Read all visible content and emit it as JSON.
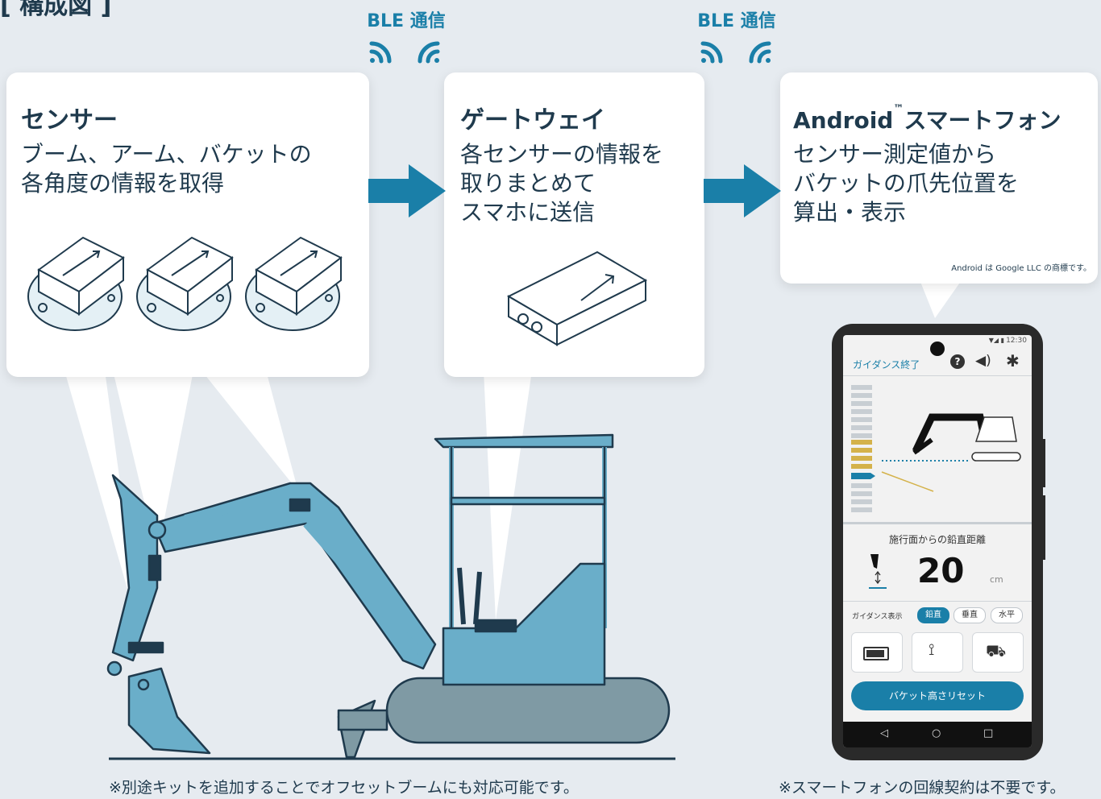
{
  "page_title": "[ 構成図 ]",
  "ble": {
    "left": "BLE 通信",
    "right": "BLE 通信"
  },
  "sensor": {
    "title": "センサー",
    "desc": "ブーム、アーム、バケットの\n各角度の情報を取得"
  },
  "gateway": {
    "title": "ゲートウェイ",
    "desc": "各センサーの情報を\n取りまとめて\nスマホに送信"
  },
  "smartphone": {
    "title_main": "Android",
    "title_tm": "™",
    "title_rest": "スマートフォン",
    "desc": "センサー測定値から\nバケットの爪先位置を\n算出・表示",
    "trademark": "Android は Google LLC の商標です。"
  },
  "notes": {
    "left": "※別途キットを追加することでオフセットブームにも対応可能です。",
    "right": "※スマートフォンの回線契約は不要です。"
  },
  "phone": {
    "time": "12:30",
    "guidance_end": "ガイダンス終了",
    "distance_label": "施行面からの鉛直距離",
    "distance_value": "20",
    "distance_unit": "cm",
    "guidance_display_label": "ガイダンス表示",
    "modes": [
      "鉛直",
      "垂直",
      "水平"
    ],
    "selected_mode": "鉛直",
    "reset_button": "バケット高さリセット",
    "nav": [
      "◁",
      "○",
      "□"
    ]
  },
  "colors": {
    "accent": "#1a7fa8",
    "excavator": "#6aaec9",
    "track": "#7f9aa4",
    "text": "#1f3a4d",
    "ground": "#1f3a4d"
  }
}
